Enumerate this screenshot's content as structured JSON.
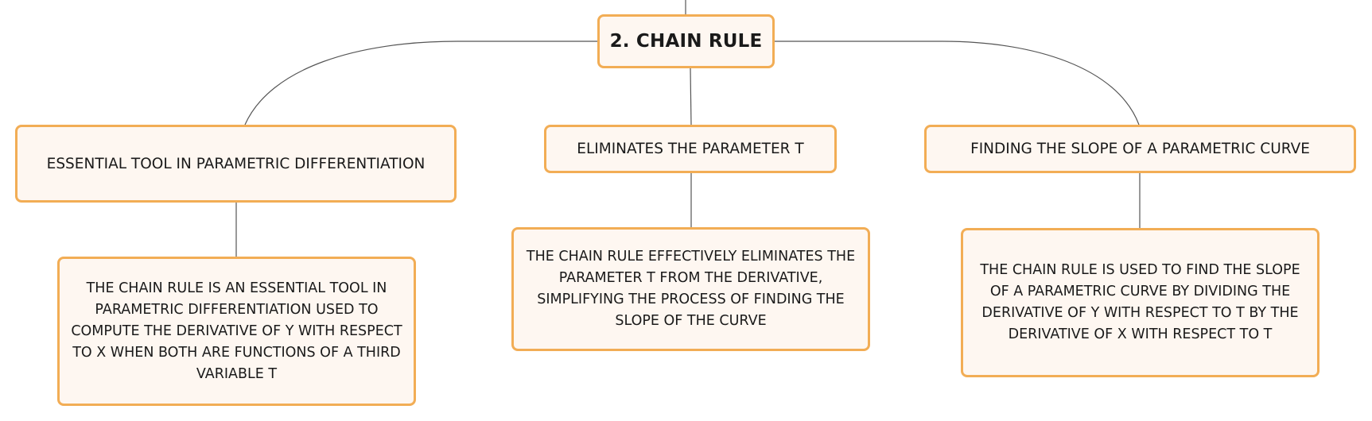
{
  "mindmap": {
    "root": {
      "label": "2. CHAIN RULE"
    },
    "branches": [
      {
        "label": "ESSENTIAL TOOL IN PARAMETRIC DIFFERENTIATION",
        "detail": "THE CHAIN RULE IS AN ESSENTIAL TOOL IN PARAMETRIC DIFFERENTIATION USED TO COMPUTE THE DERIVATIVE OF Y WITH RESPECT TO X WHEN BOTH ARE FUNCTIONS OF A THIRD VARIABLE T"
      },
      {
        "label": "ELIMINATES THE PARAMETER T",
        "detail": "THE CHAIN RULE EFFECTIVELY ELIMINATES THE PARAMETER T FROM THE DERIVATIVE, SIMPLIFYING THE PROCESS OF FINDING THE SLOPE OF THE CURVE"
      },
      {
        "label": "FINDING THE SLOPE OF A PARAMETRIC CURVE",
        "detail": "THE CHAIN RULE IS USED TO FIND THE SLOPE OF A PARAMETRIC CURVE BY DIVIDING THE DERIVATIVE OF Y WITH RESPECT TO T BY THE DERIVATIVE OF X WITH RESPECT TO T"
      }
    ]
  },
  "colors": {
    "node_border": "#f2ad55",
    "node_fill": "#fef7f1",
    "connector": "#555555",
    "text": "#1a1a1a"
  }
}
